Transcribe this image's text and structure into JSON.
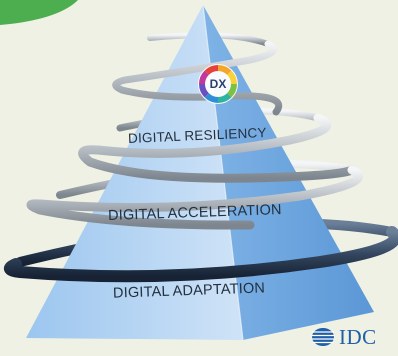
{
  "diagram": {
    "center_logo_text": "DX",
    "tiers": [
      {
        "label": "DIGITAL RESILIENCY"
      },
      {
        "label": "DIGITAL ACCELERATION"
      },
      {
        "label": "DIGITAL ADAPTATION"
      }
    ]
  },
  "brand": {
    "logo_text": "IDC",
    "color": "#1f5fa8"
  },
  "colors": {
    "background": "#eef1e4",
    "corner_accent": "#4cae4f",
    "pyramid_light": "#bcd8f5",
    "pyramid_dark": "#5f9fdc",
    "ring_silver": "#c9cdd2",
    "ring_dark": "#22324a"
  },
  "icons": {
    "center": "dx-ring-icon",
    "brand": "idc-globe-icon"
  }
}
